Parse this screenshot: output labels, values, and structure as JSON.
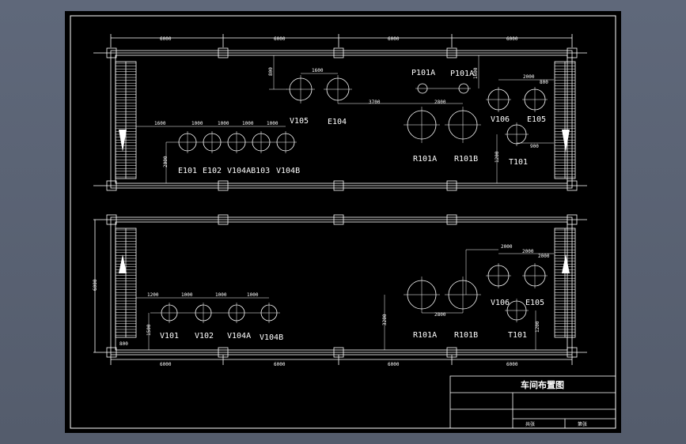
{
  "title_block": {
    "title": "车间布置图",
    "sheet_total": "共张",
    "sheet_no": "第张"
  },
  "top_plan": {
    "grid_dims": [
      "6000",
      "6000",
      "6000",
      "6000"
    ],
    "labels": {
      "v105": "V105",
      "e104": "E104",
      "p101a_l": "P101A",
      "p101a_r": "P101A",
      "r101a": "R101A",
      "r101b": "R101B",
      "v106": "V106",
      "e105": "E105",
      "t101": "T101",
      "e101": "E101",
      "e102": "E102",
      "v104ab103": "V104AB103",
      "v104b": "V104B"
    },
    "dims": {
      "d800a": "800",
      "d1600a": "1600",
      "d1600b": "1600",
      "d2000a": "2000",
      "d800b": "800",
      "d3700": "3700",
      "d2800": "2800",
      "d1600c": "1600",
      "d1000a": "1000",
      "d1000b": "1000",
      "d1000c": "1000",
      "d1000d": "1000",
      "d2000b": "2000",
      "d900": "900",
      "d1200": "1200"
    }
  },
  "bottom_plan": {
    "grid_dims": [
      "6000",
      "6000",
      "6000",
      "6000"
    ],
    "labels": {
      "v101": "V101",
      "v102": "V102",
      "v104a": "V104A",
      "v104b": "V104B",
      "r101a": "R101A",
      "r101b": "R101B",
      "v106": "V106",
      "e105": "E105",
      "t101": "T101"
    },
    "dims": {
      "d6000v": "6000",
      "d1200a": "1200",
      "d1000a": "1000",
      "d1000b": "1000",
      "d1000c": "1000",
      "d1500": "1500",
      "d800": "800",
      "d3200": "3200",
      "d2800": "2800",
      "d2000a": "2000",
      "d2000b": "2000",
      "d2000c": "2000",
      "d1200b": "1200"
    }
  }
}
